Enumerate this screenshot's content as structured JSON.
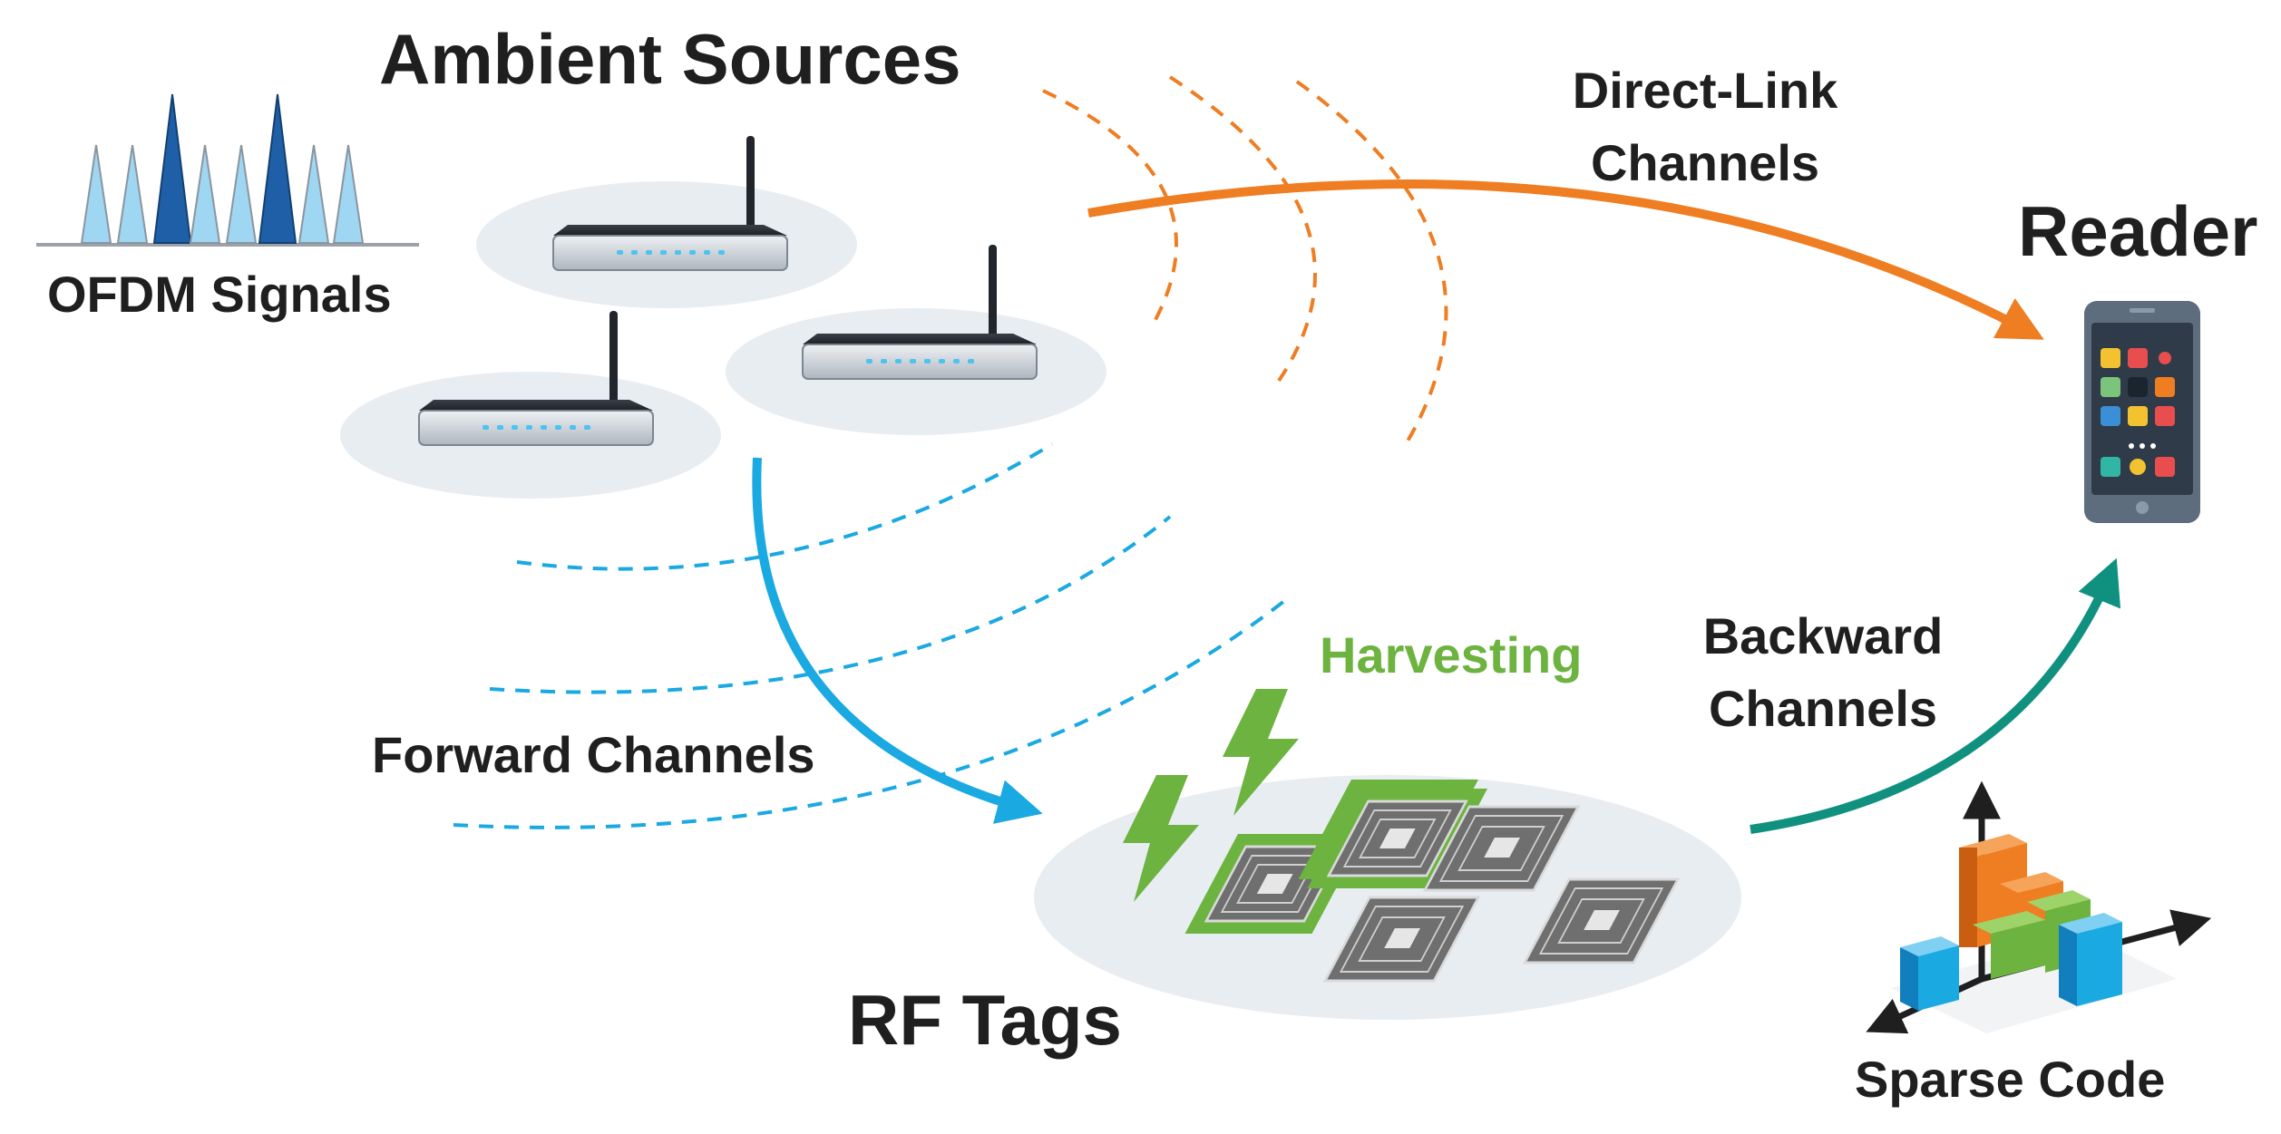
{
  "labels": {
    "ambient_sources": "Ambient Sources",
    "ofdm_signals": "OFDM Signals",
    "direct_link_line1": "Direct-Link",
    "direct_link_line2": "Channels",
    "reader": "Reader",
    "backward_line1": "Backward",
    "backward_line2": "Channels",
    "harvesting": "Harvesting",
    "forward_channels": "Forward Channels",
    "rf_tags": "RF Tags",
    "sparse_code": "Sparse Code"
  },
  "colors": {
    "direct_link": "#ef7d22",
    "forward": "#1ba9e1",
    "backward": "#10917f",
    "harvesting": "#6cb33f",
    "ofdm_light": "#9fd6f2",
    "ofdm_dark": "#1f5fa8",
    "shadow": "#e8edf2",
    "phone_body": "#5d6d7e"
  },
  "icons": {
    "router": "wifi-router-icon",
    "phone": "smartphone-icon",
    "tag": "rfid-tag-icon",
    "lightning": "lightning-bolt-icon",
    "bars": "3d-bar-chart-icon"
  }
}
